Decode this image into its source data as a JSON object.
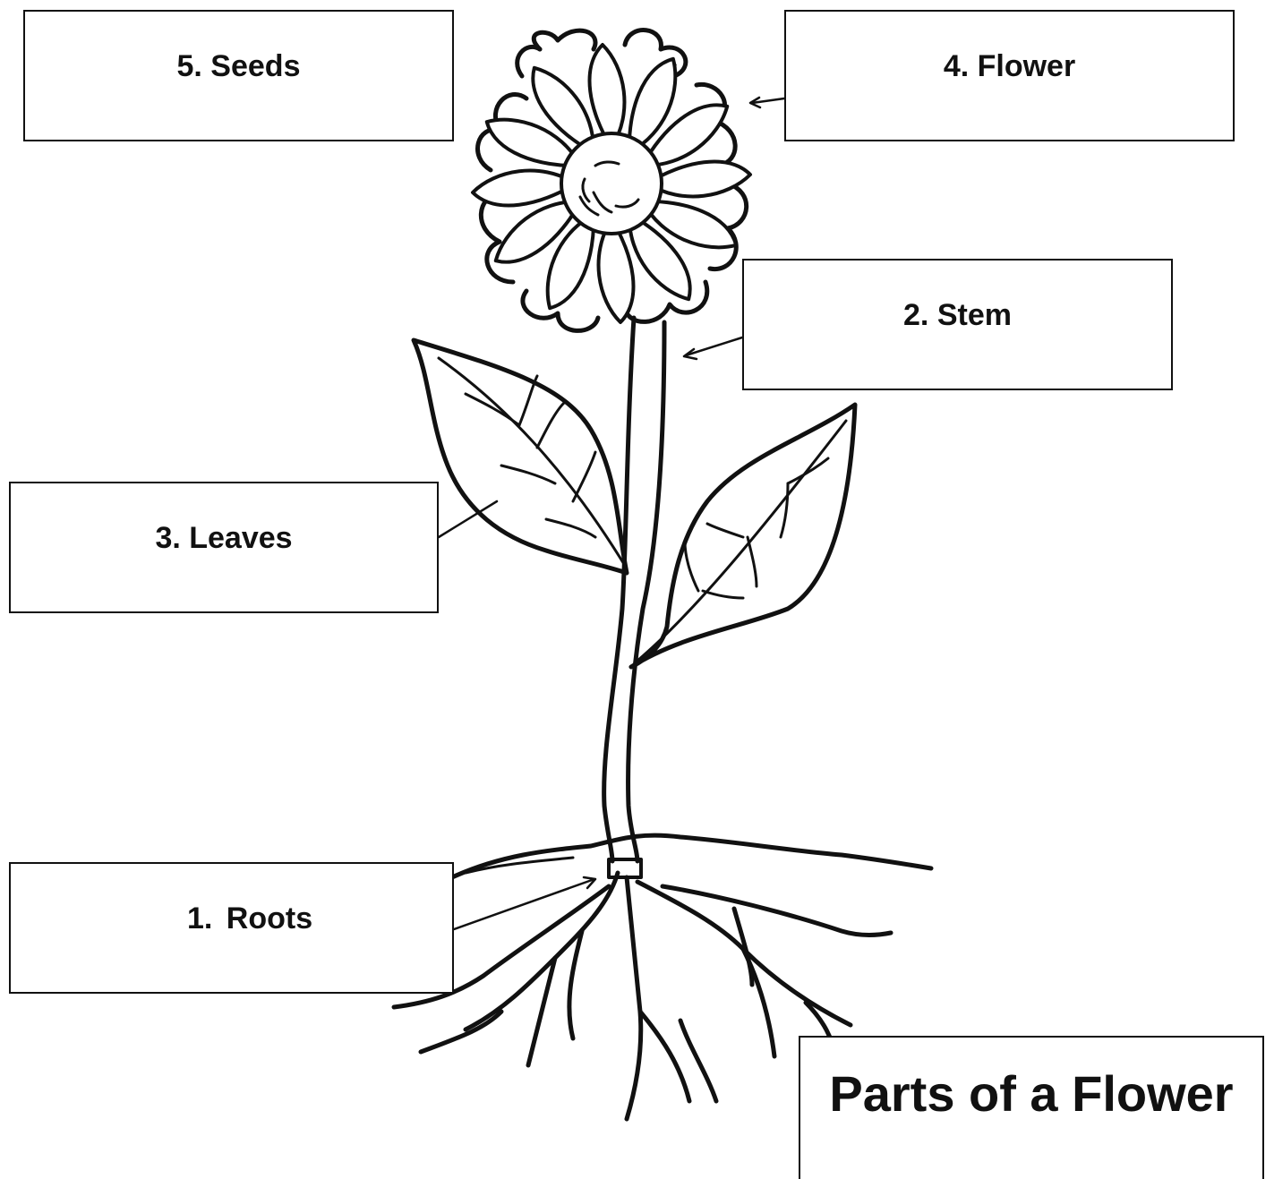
{
  "labels": {
    "seeds": "5. Seeds",
    "flower": "4. Flower",
    "stem": "2. Stem",
    "leaves": "3. Leaves",
    "roots": "1.  Roots"
  },
  "title": "Parts of a Flower",
  "colors": {
    "line": "#111111",
    "background": "#ffffff"
  }
}
